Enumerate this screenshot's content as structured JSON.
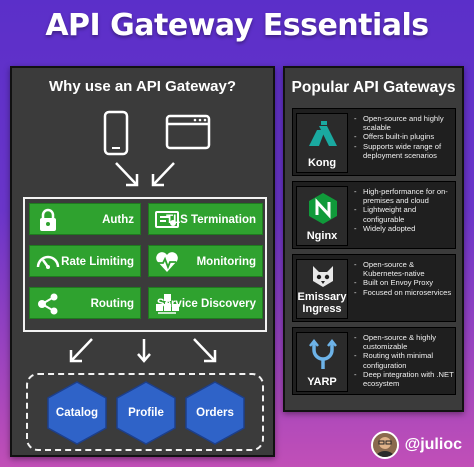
{
  "title": "API Gateway Essentials",
  "left_panel": {
    "title": "Why use an API Gateway?",
    "clients": [
      {
        "icon": "mobile-phone-icon"
      },
      {
        "icon": "browser-window-icon"
      }
    ],
    "features": [
      {
        "label": "Authz",
        "icon": "padlock-icon"
      },
      {
        "label": "TLS Termination",
        "icon": "certificate-icon"
      },
      {
        "label": "Rate Limiting",
        "icon": "speedometer-icon"
      },
      {
        "label": "Monitoring",
        "icon": "heartbeat-icon"
      },
      {
        "label": "Routing",
        "icon": "share-nodes-icon"
      },
      {
        "label": "Service Discovery",
        "icon": "network-cubes-icon"
      }
    ],
    "services": [
      "Catalog",
      "Profile",
      "Orders"
    ],
    "colors": {
      "feature_green": "#2fa22f",
      "service_blue": "#2f63c8",
      "panel": "#3b3b3b"
    }
  },
  "right_panel": {
    "title": "Popular API Gateways",
    "gateways": [
      {
        "name": "Kong",
        "icon": "kong-logo-icon",
        "bullets": [
          "Open-source and highly scalable",
          "Offers built-in plugins",
          "Supports wide range of deployment scenarios"
        ]
      },
      {
        "name": "Nginx",
        "icon": "nginx-logo-icon",
        "bullets": [
          "High-performance for on-premises and cloud",
          "Lightweight and configurable",
          "Widely adopted"
        ]
      },
      {
        "name": "Emissary Ingress",
        "icon": "emissary-logo-icon",
        "bullets": [
          "Open-source & Kubernetes-native",
          "Built on Envoy Proxy",
          "Focused on microservices"
        ]
      },
      {
        "name": "YARP",
        "icon": "yarp-logo-icon",
        "bullets": [
          "Open-source & highly customizable",
          "Routing with minimal configuration",
          "Deep integration with .NET ecosystem"
        ]
      }
    ]
  },
  "footer": {
    "handle": "@julioc"
  }
}
